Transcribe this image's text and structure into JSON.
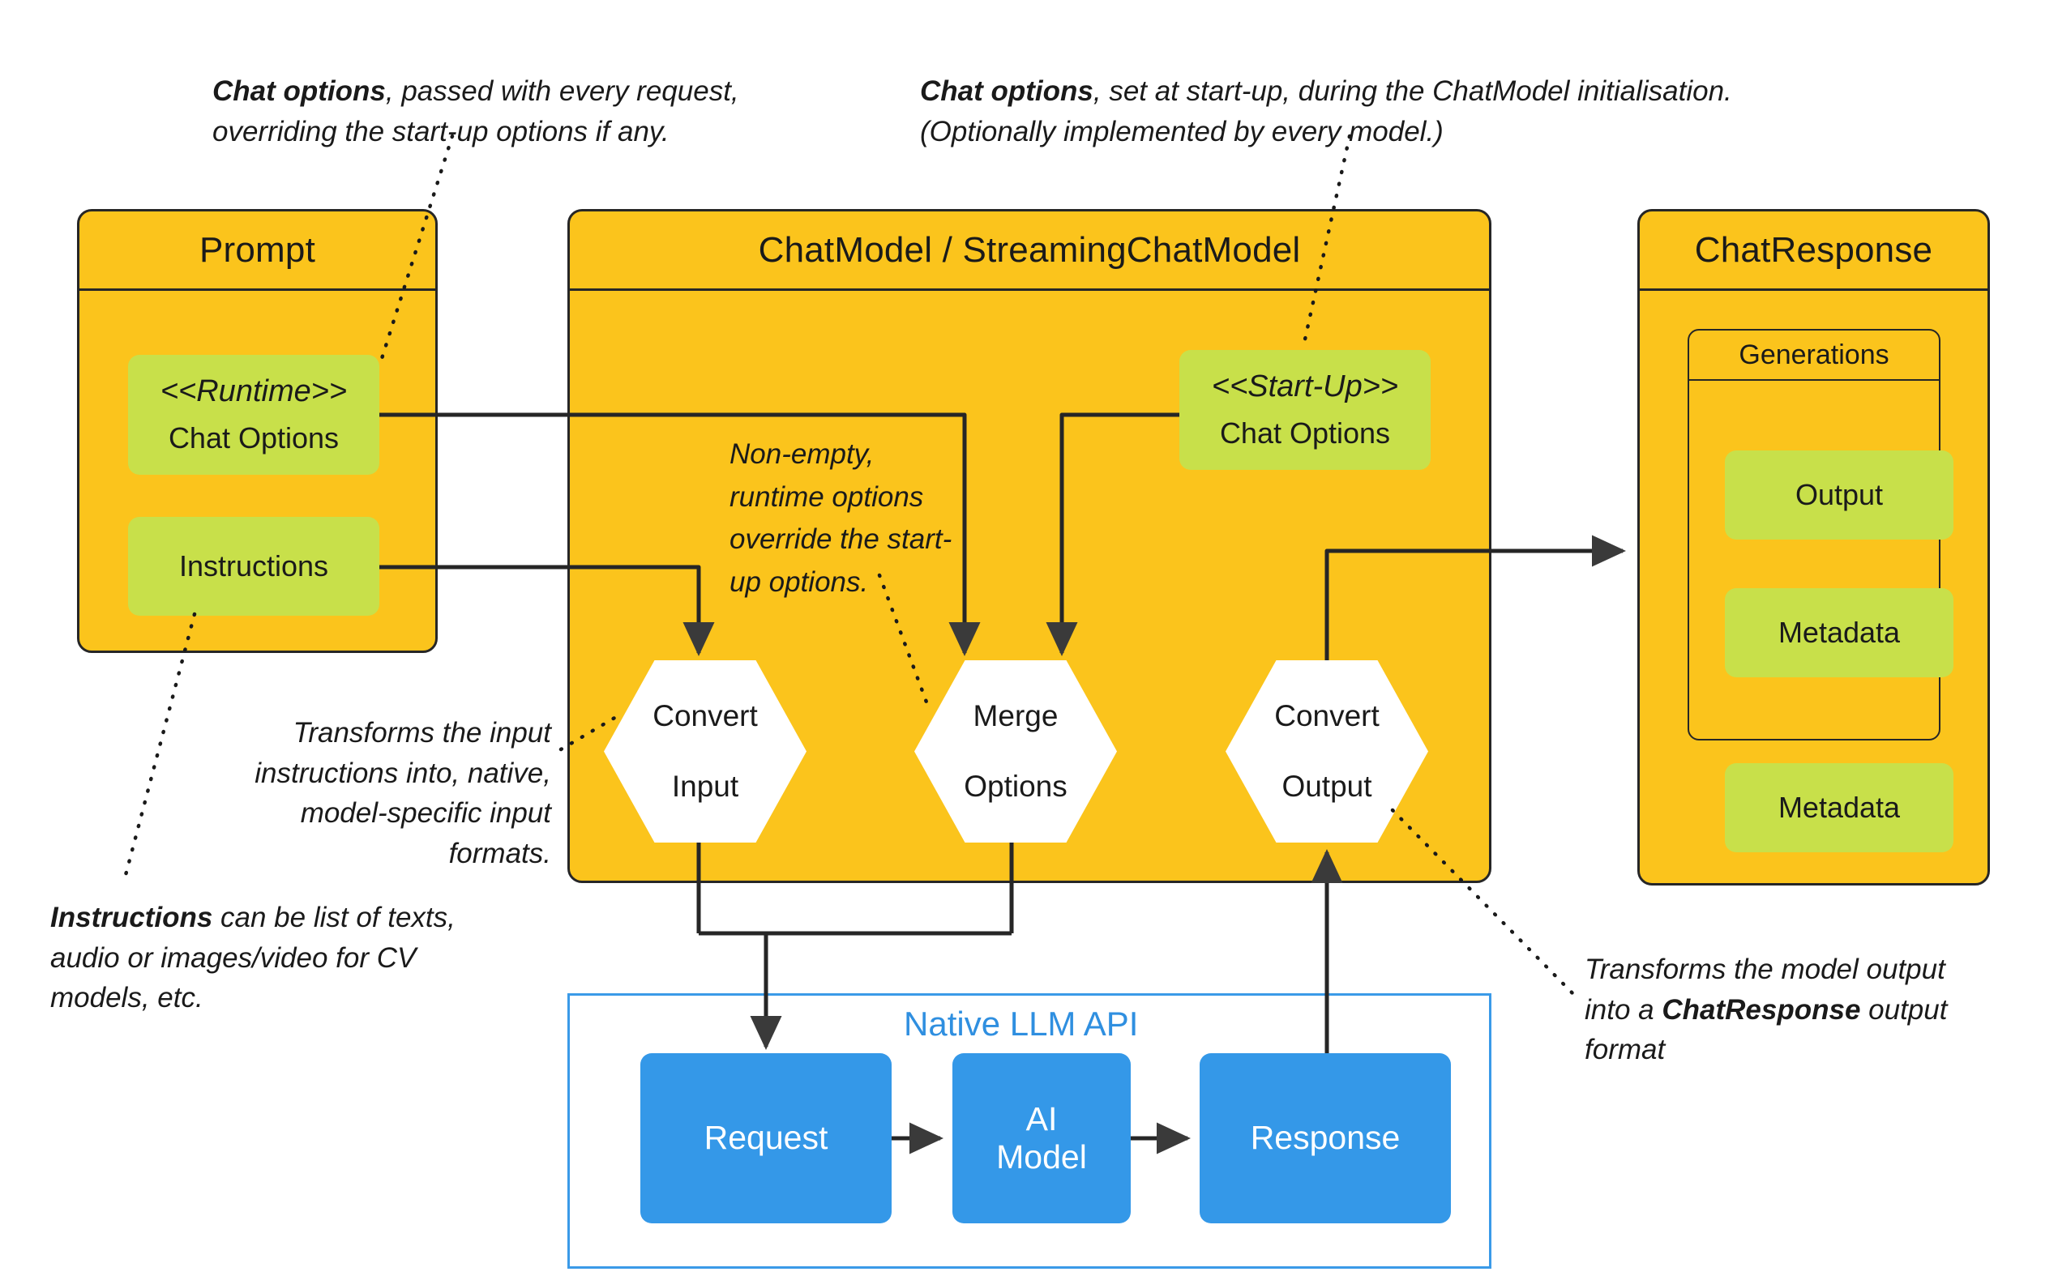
{
  "diagram": {
    "title": "Spring AI ChatModel flow",
    "colors": {
      "container_fill": "#fbc41c",
      "chip_fill": "#c8e04a",
      "api_blue": "#3498e8",
      "api_frame": "#3a9ae8",
      "stroke": "#262626",
      "hexagon_fill": "#ffffff"
    }
  },
  "prompt": {
    "title": "Prompt",
    "runtime_chip": {
      "stereotype": "<<Runtime>>",
      "label": "Chat Options"
    },
    "instructions_chip": {
      "label": "Instructions"
    }
  },
  "chatmodel": {
    "title": "ChatModel / StreamingChatModel",
    "startup_chip": {
      "stereotype": "<<Start-Up>>",
      "label": "Chat Options"
    },
    "nodes": [
      {
        "line1": "Convert",
        "line2": "Input"
      },
      {
        "line1": "Merge",
        "line2": "Options"
      },
      {
        "line1": "Convert",
        "line2": "Output"
      }
    ],
    "merge_note": "Non-empty, runtime options override the start-up options."
  },
  "chatresponse": {
    "title": "ChatResponse",
    "generations": {
      "title": "Generations",
      "chips": [
        "Output",
        "Metadata"
      ]
    },
    "metadata_chip": "Metadata"
  },
  "native_api": {
    "title": "Native LLM API",
    "boxes": [
      {
        "line1": "Request",
        "line2": ""
      },
      {
        "line1": "AI",
        "line2": "Model"
      },
      {
        "line1": "Response",
        "line2": ""
      }
    ]
  },
  "annotations": {
    "runtime_note": {
      "bold": "Chat options",
      "rest_line1": ", passed with every  request,",
      "line2": "overriding the start-up options if any."
    },
    "startup_note": {
      "bold": "Chat options",
      "rest_line1": ", set at start-up, during  the ChatModel initialisation.",
      "line2": "(Optionally implemented by every model.)"
    },
    "convert_input_note": {
      "line1": "Transforms the input",
      "line2": "instructions into, native,",
      "line3": "model-specific input formats."
    },
    "instructions_note": {
      "bold": "Instructions",
      "rest_line1": " can be list of texts,",
      "line2": "audio or images/video for CV",
      "line3": "models, etc."
    },
    "convert_output_note": {
      "line1": "Transforms the model output",
      "line2_pre": "into  a ",
      "line2_bold": "ChatResponse",
      "line2_post": " output",
      "line3": "format"
    }
  }
}
